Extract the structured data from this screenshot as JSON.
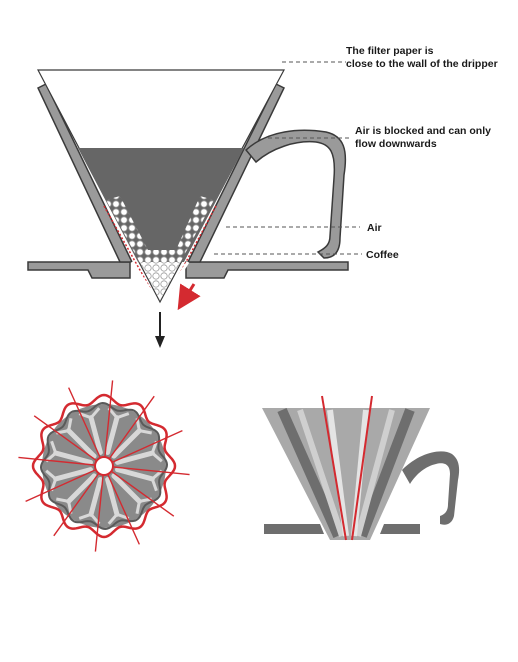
{
  "labels": {
    "filter_line1": "The filter paper is",
    "filter_line2": "close to the wall of the dripper",
    "air_blocked_line1": "Air is blocked and can only",
    "air_blocked_line2": "flow downwards",
    "air": "Air",
    "coffee": "Coffee"
  },
  "colors": {
    "dripper_fill": "#9a9a9a",
    "dripper_stroke": "#3a3a3a",
    "coffee_fill": "#666666",
    "rib_red": "#d42a30",
    "arrow_dark": "#222222"
  }
}
